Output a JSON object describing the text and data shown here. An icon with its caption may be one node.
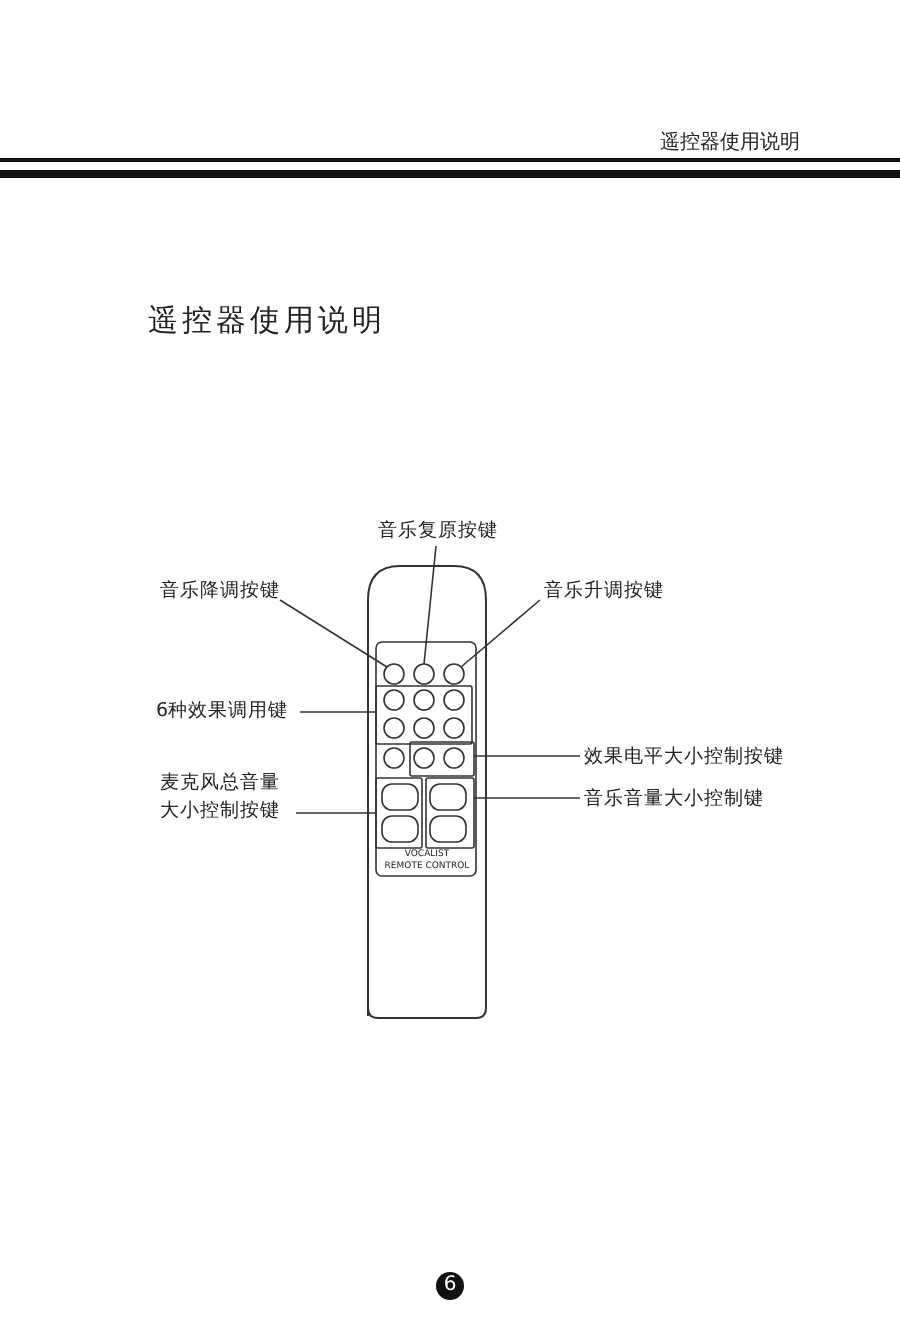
{
  "diagram": {
    "title": "遥控器使用说明",
    "nodes": [
      {
        "text": [
          "音乐复原按键"
        ]
      },
      {
        "text": [
          "音乐降调按键"
        ]
      },
      {
        "text": [
          "音乐升调按键"
        ]
      },
      {
        "text": [
          "6种效果调用键"
        ]
      },
      {
        "text": [
          "麦克风总音量大小控制按键"
        ]
      },
      {
        "text": [
          "效果电平大小控制按键"
        ]
      },
      {
        "text": [
          "音乐音量大小控制键"
        ]
      },
      {
        "text": [],
        "shape": "circle"
      },
      {
        "text": [],
        "shape": "circle"
      },
      {
        "text": [],
        "shape": "circle"
      },
      {
        "text": [],
        "shape": "box"
      },
      {
        "text": [],
        "shape": "box"
      },
      {
        "text": [],
        "shape": "box"
      },
      {
        "text": [],
        "shape": "box"
      },
      {
        "text": [],
        "shape": "circle"
      }
    ],
    "edges": [
      {
        "from": 0,
        "to": 8,
        "arrow": "none"
      },
      {
        "from": 1,
        "to": 7,
        "arrow": "none"
      },
      {
        "from": 2,
        "to": 9,
        "arrow": "none"
      },
      {
        "from": 3,
        "to": 10,
        "arrow": "none"
      },
      {
        "from": 5,
        "to": 11,
        "arrow": "none"
      },
      {
        "from": 4,
        "to": 12,
        "arrow": "none"
      },
      {
        "from": 6,
        "to": 13,
        "arrow": "none"
      }
    ],
    "labels": [
      "遥控器使用说明",
      "VOCALIST",
      "REMOTE CONTROL",
      "6"
    ]
  }
}
